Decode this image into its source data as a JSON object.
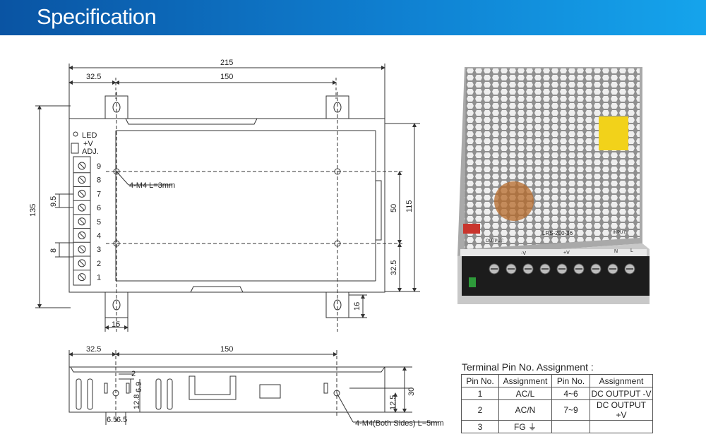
{
  "header": {
    "title": "Specification"
  },
  "top_view": {
    "dim_width": "215",
    "dim_left": "32.5",
    "dim_center": "150",
    "dim_height": "135",
    "dim_right_inner": "50",
    "dim_right_outer": "115",
    "dim_pitch": "9.5",
    "dim_pin": "8",
    "dim_bottom_offset": "32.5",
    "dim_tab": "15",
    "dim_tab_right": "16",
    "screw_label": "4-M4 L=3mm",
    "led_label": "LED",
    "adj_label_plus": "+V",
    "adj_label": "ADJ.",
    "terminal_numbers": [
      "9",
      "8",
      "7",
      "6",
      "5",
      "4",
      "3",
      "2",
      "1"
    ]
  },
  "side_view": {
    "dim_left": "32.5",
    "dim_center": "150",
    "dim_height": "30",
    "dim_bottom": "12.5",
    "dim_2": "2",
    "dim_69": "6.9",
    "dim_128": "12.8",
    "dim_65a": "6.5",
    "dim_65b": "6.5",
    "screw_label": "4-M4(Both Sides) L=5mm"
  },
  "photo": {
    "model": "LRS-200-36",
    "output_label": "OUTPUT:",
    "input_label": "INPUT:",
    "terminal_labels": [
      "-V",
      "+V",
      "N",
      "L"
    ],
    "colors": {
      "case": "#b9b9b9",
      "terminal": "#1a1a1a",
      "sticker": "#f2d21a"
    }
  },
  "pin_table": {
    "title": "Terminal Pin No. Assignment :",
    "headers": [
      "Pin No.",
      "Assignment",
      "Pin No.",
      "Assignment"
    ],
    "rows": [
      [
        "1",
        "AC/L",
        "4~6",
        "DC OUTPUT -V"
      ],
      [
        "2",
        "AC/N",
        "7~9",
        "DC OUTPUT +V"
      ],
      [
        "3",
        "FG ⏚",
        "",
        ""
      ]
    ]
  },
  "colors": {
    "header_start": "#0a54a3",
    "header_end": "#15a4ec",
    "line": "#333333"
  }
}
